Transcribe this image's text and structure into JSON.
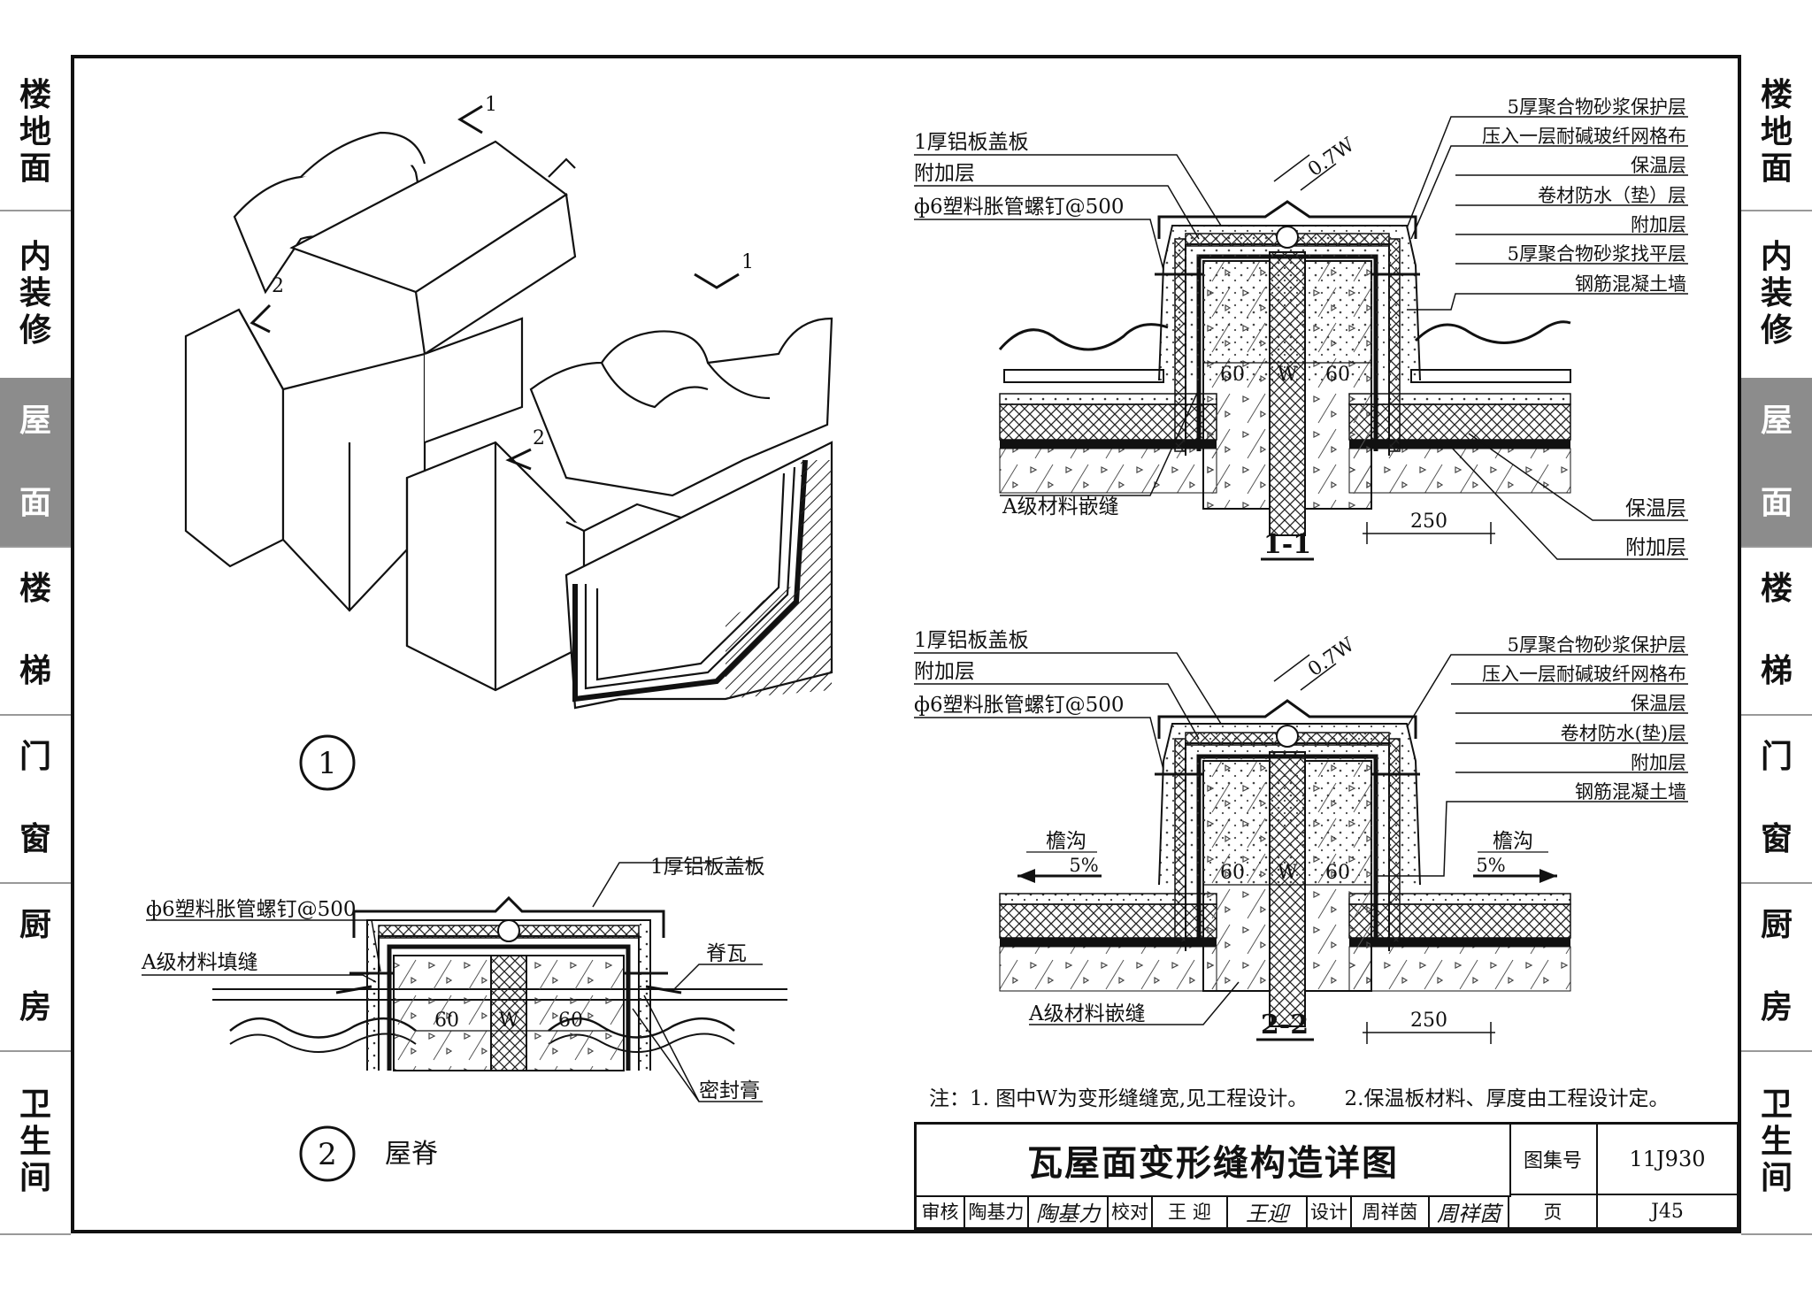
{
  "sidebar": {
    "tabs": [
      {
        "chars": [
          "楼",
          "地",
          "面"
        ]
      },
      {
        "chars": [
          "内",
          "装",
          "修"
        ]
      },
      {
        "chars": [
          "屋",
          "面"
        ],
        "active": true
      },
      {
        "chars": [
          "楼",
          "梯"
        ]
      },
      {
        "chars": [
          "门",
          "窗"
        ]
      },
      {
        "chars": [
          "厨",
          "房"
        ]
      },
      {
        "chars": [
          "卫",
          "生",
          "间"
        ]
      }
    ]
  },
  "detail1": {
    "marker": "1",
    "section_mark_1": "1",
    "section_mark_2": "2"
  },
  "detail2": {
    "marker": "2",
    "caption": "屋脊",
    "labels": {
      "cover": "1厚铝板盖板",
      "screw": "ф6塑料胀管螺钉@500",
      "fill": "A级材料填缝",
      "ridge_tile": "脊瓦",
      "sealant": "密封膏"
    },
    "dims": {
      "left": "60",
      "w": "W",
      "right": "60"
    }
  },
  "section11": {
    "title": "1-1",
    "left_labels": [
      "1厚铝板盖板",
      "附加层",
      "ф6塑料胀管螺钉@500"
    ],
    "bottom_left": "A级材料嵌缝",
    "right_labels": [
      "5厚聚合物砂浆保护层",
      "压入一层耐碱玻纤网格布",
      "保温层",
      "卷材防水（垫）层",
      "附加层",
      "5厚聚合物砂浆找平层",
      "钢筋混凝土墙"
    ],
    "bottom_right": [
      "保温层",
      "附加层"
    ],
    "dims": {
      "gap": "0.7W",
      "left": "60",
      "w": "W",
      "right": "60",
      "width": "250"
    }
  },
  "section22": {
    "title": "2-2",
    "left_labels": [
      "1厚铝板盖板",
      "附加层",
      "ф6塑料胀管螺钉@500"
    ],
    "bottom_left": "A级材料嵌缝",
    "right_labels": [
      "5厚聚合物砂浆保护层",
      "压入一层耐碱玻纤网格布",
      "保温层",
      "卷材防水(垫)层",
      "附加层",
      "钢筋混凝土墙"
    ],
    "gutter": "檐沟",
    "slope": "5%",
    "dims": {
      "gap": "0.7W",
      "left": "60",
      "w": "W",
      "right": "60",
      "width": "250"
    }
  },
  "notes": {
    "n1": "注：1. 图中W为变形缝缝宽,见工程设计。",
    "n2": "2.保温板材料、厚度由工程设计定。"
  },
  "title_block": {
    "title": "瓦屋面变形缝构造详图",
    "atlas_label": "图集号",
    "atlas_no": "11J930",
    "reviewer_label": "审核",
    "reviewer": "陶基力",
    "reviewer_sig": "陶基力",
    "checker_label": "校对",
    "checker": "王 迎",
    "checker_sig": "王迎",
    "designer_label": "设计",
    "designer": "周祥茵",
    "designer_sig": "周祥茵",
    "page_label": "页",
    "page_no": "J45"
  }
}
